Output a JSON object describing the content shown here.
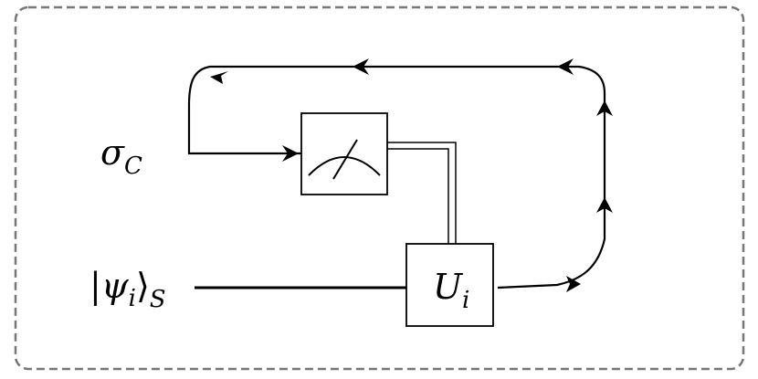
{
  "diagram": {
    "input_labels": {
      "control": {
        "symbol": "σ",
        "subscript": "C"
      },
      "system": {
        "open_bar": "|",
        "symbol": "ψ",
        "index": "i",
        "close_angle": "⟩",
        "subscript": "S"
      }
    },
    "gates": {
      "unitary": {
        "symbol": "U",
        "index": "i"
      },
      "measurement": {
        "icon": "meter-icon"
      }
    }
  }
}
